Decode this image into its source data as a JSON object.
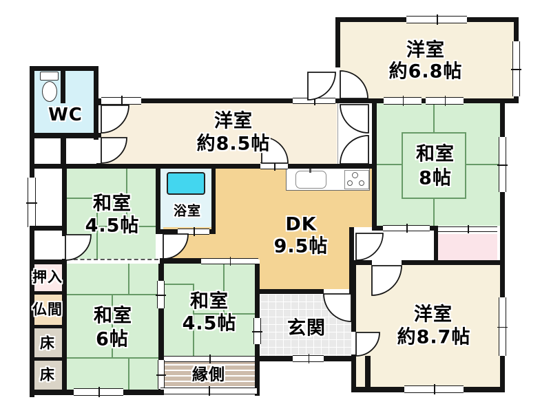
{
  "palette": {
    "wall": "#141414",
    "outside": "#ffffff",
    "tatami_line": "#679a67",
    "text_outline": "#ffffff"
  },
  "rooms": {
    "yoshitsu_68": {
      "name": "洋室",
      "size": "約6.8帖",
      "color": "#f7f0dc"
    },
    "yoshitsu_85": {
      "name": "洋室",
      "size": "約8.5帖",
      "color": "#f8efdd"
    },
    "washitsu_8": {
      "name": "和室",
      "size": "8帖",
      "color": "#d5efd3"
    },
    "washitsu_45_upper": {
      "name": "和室",
      "size": "4.5帖",
      "color": "#d5efd3"
    },
    "washitsu_45_lower": {
      "name": "和室",
      "size": "4.5帖",
      "color": "#d5efd3"
    },
    "washitsu_6": {
      "name": "和室",
      "size": "6帖",
      "color": "#d5efd3"
    },
    "yoshitsu_87": {
      "name": "洋室",
      "size": "約8.7帖",
      "color": "#f7f0dc"
    },
    "dk": {
      "name": "DK",
      "size": "9.5帖",
      "color": "#f4d494"
    },
    "wc": {
      "name": "WC",
      "color": "#d5f1f8"
    },
    "bath": {
      "name": "浴室",
      "color": "#e3f4f8"
    },
    "genkan": {
      "name": "玄関",
      "color": "#e9e9e9"
    },
    "engawa": {
      "name": "縁側",
      "color": "#cdbcab"
    },
    "oshiire": {
      "name": "押入",
      "color": "#fceaea"
    },
    "butsuma": {
      "name": "仏間",
      "color": "#f4dfbc"
    },
    "toko_upper": {
      "name": "床",
      "color": "#dad4c7"
    },
    "toko_lower": {
      "name": "床",
      "color": "#dad4c7"
    },
    "closet": {
      "color": "#fbe4e9"
    },
    "tub_color": "#43d6ef"
  }
}
